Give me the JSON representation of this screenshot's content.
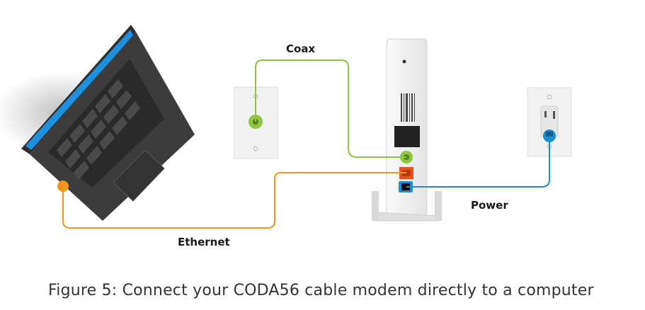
{
  "labels": {
    "coax": "Coax",
    "power": "Power",
    "ethernet": "Ethernet"
  },
  "caption": "Figure 5:  Connect your CODA56 cable modem directly to a computer",
  "colors": {
    "coax_cable": "#8dc63f",
    "ethernet_cable": "#f7941d",
    "power_cable": "#1c8fd3",
    "laptop_body": "#3a3a3a",
    "laptop_screen": "#1e90e0",
    "wall_plate": "#f2f2f2",
    "modem_body": "#f0f0f0"
  }
}
